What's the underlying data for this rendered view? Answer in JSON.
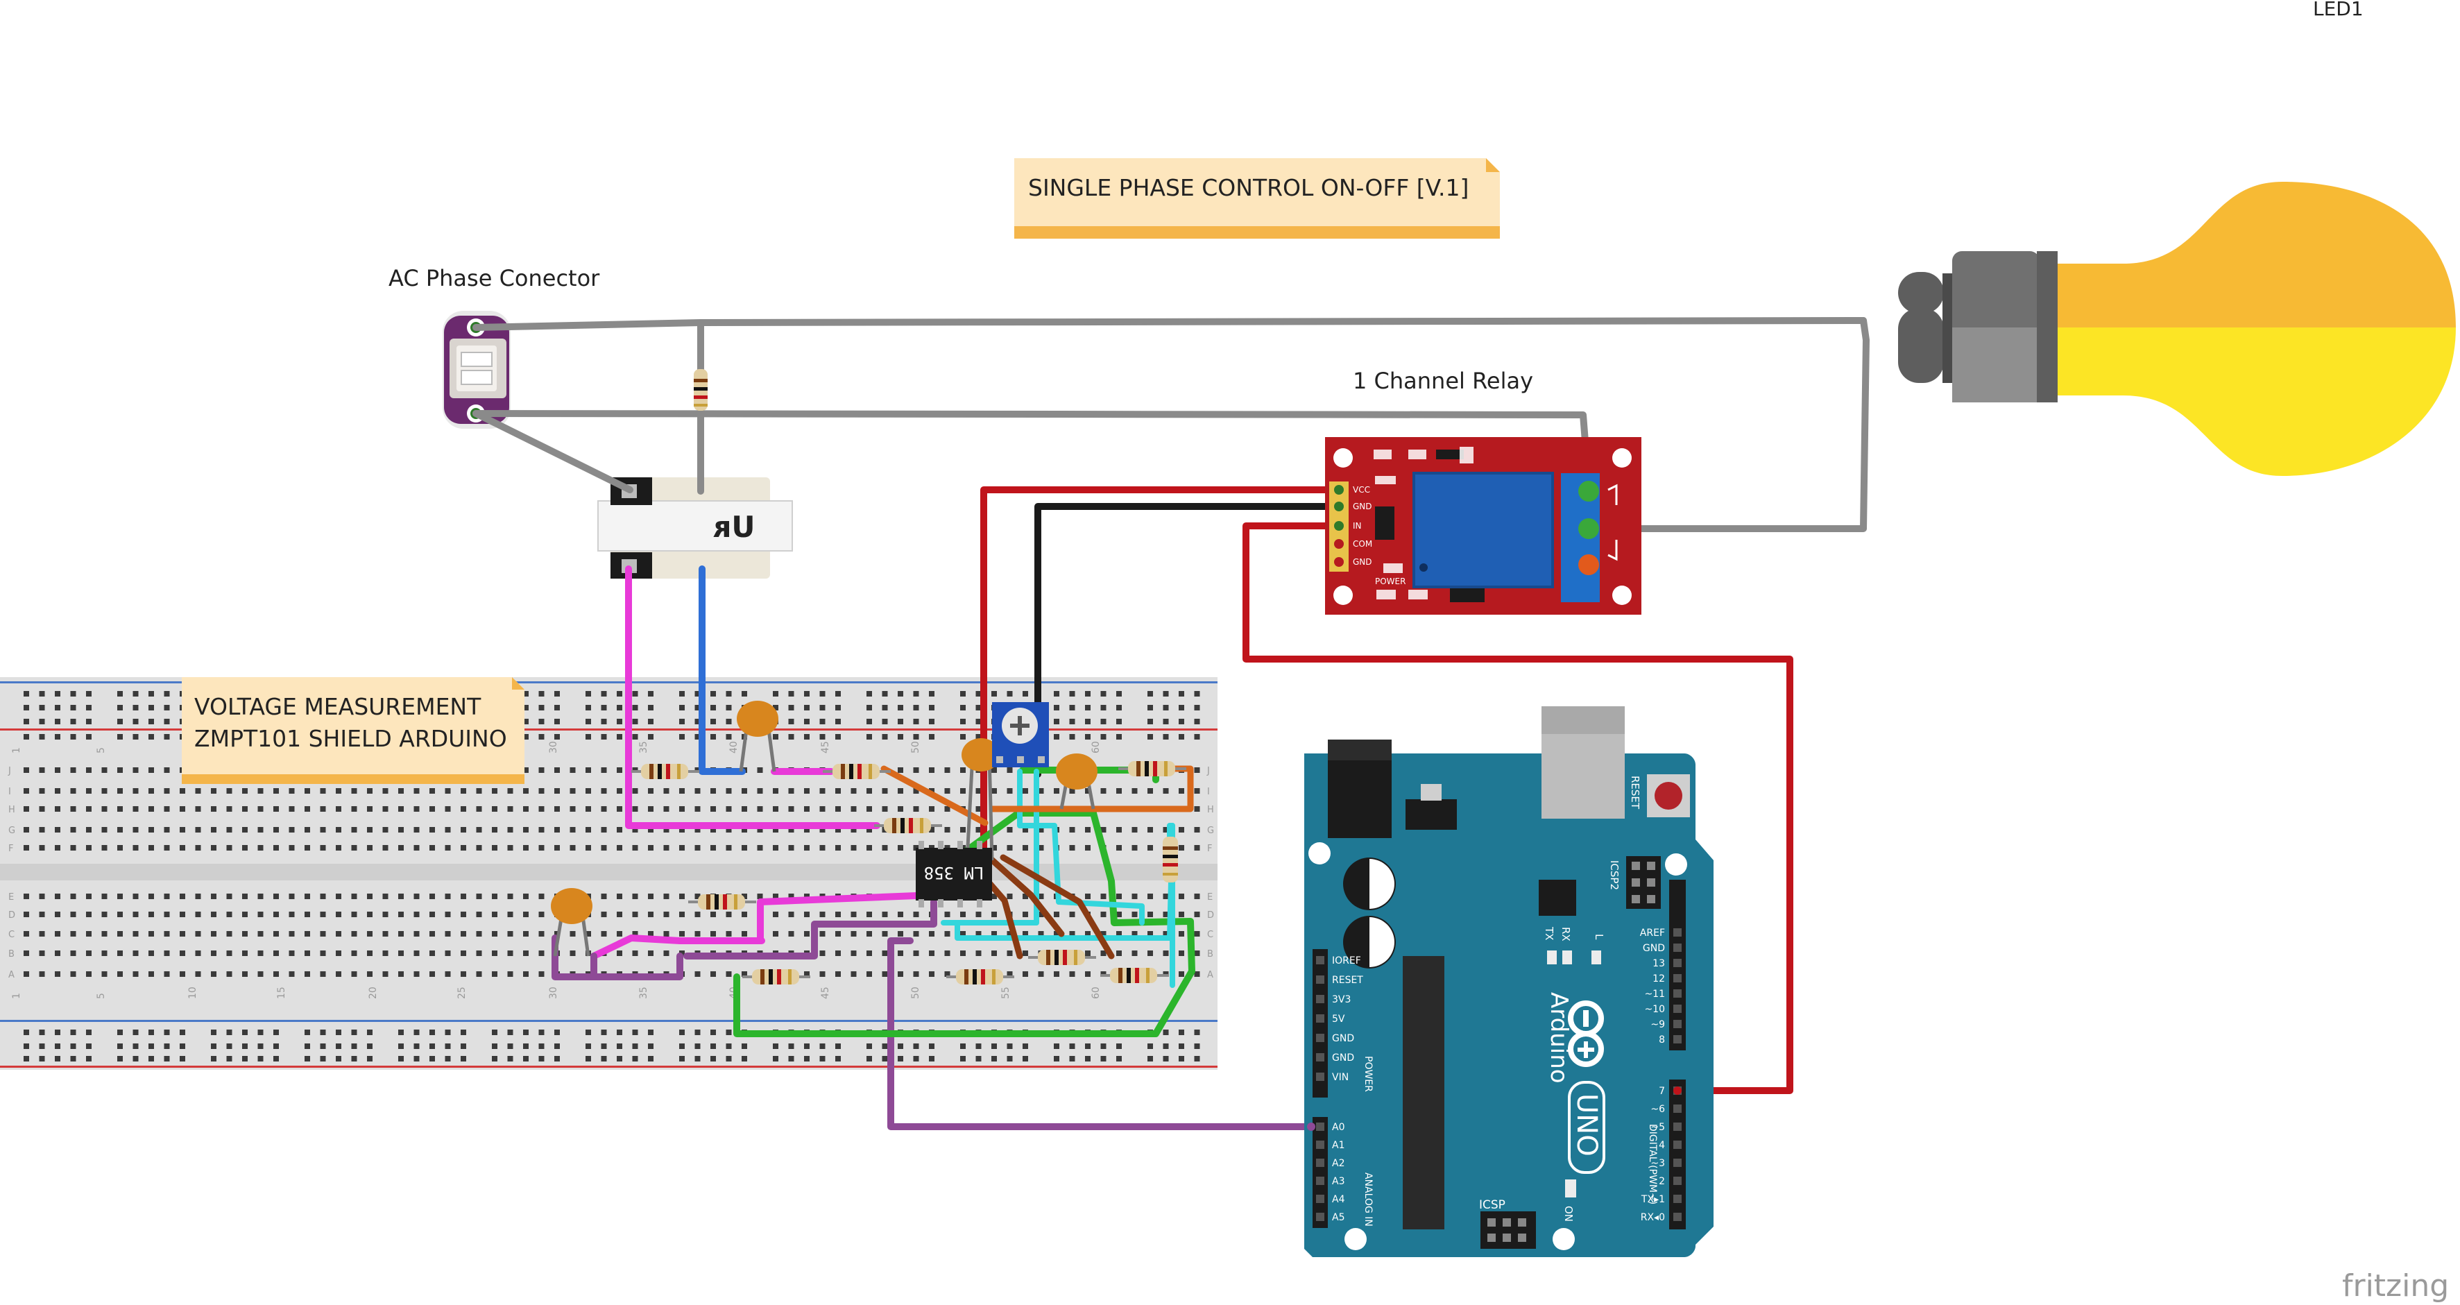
{
  "labels": {
    "led": "LED1",
    "title_note": "SINGLE PHASE CONTROL ON-OFF     [V.1]",
    "ac_connector": "AC Phase Conector",
    "relay": "1 Channel Relay",
    "measure_note_line1": "VOLTAGE MEASUREMENT",
    "measure_note_line2": "ZMPT101 SHIELD ARDUINO",
    "watermark": "fritzing"
  },
  "transformer": {
    "mark": "ᴙU"
  },
  "opamp": {
    "mark": "LM 358"
  },
  "relay_board": {
    "pins": [
      "VCC",
      "GND",
      "IN",
      "COM",
      "GND"
    ],
    "power": "POWER"
  },
  "arduino": {
    "brand": "Arduino",
    "model": "UNO",
    "reset": "RESET",
    "icsp": "ICSP",
    "icsp2": "ICSP2",
    "on": "ON",
    "tx": "TX",
    "rx": "RX",
    "l": "L",
    "power_pins": [
      "IOREF",
      "RESET",
      "3V3",
      "5V",
      "GND",
      "GND",
      "VIN"
    ],
    "power_group": "POWER",
    "analog_pins": [
      "A0",
      "A1",
      "A2",
      "A3",
      "A4",
      "A5"
    ],
    "analog_group": "ANALOG IN",
    "digital_top": [
      "AREF",
      "GND",
      "13",
      "12",
      "~11",
      "~10",
      "~9",
      "8"
    ],
    "digital_bottom": [
      "7",
      "~6",
      "~5",
      "4",
      "~3",
      "2",
      "TX▸1",
      "RX◂0"
    ],
    "digital_group": "DIGITAL (PWM~)"
  },
  "breadboard": {
    "col_numbers": [
      "1",
      "5",
      "10",
      "15",
      "20",
      "25",
      "30",
      "35",
      "40",
      "45",
      "50",
      "55",
      "60"
    ],
    "row_letters_top": [
      "J",
      "I",
      "H",
      "G",
      "F"
    ],
    "row_letters_bottom": [
      "E",
      "D",
      "C",
      "B",
      "A"
    ]
  },
  "colors": {
    "wire_gray": "#8a8a8a",
    "wire_red": "#c0141b",
    "wire_black": "#1a1a1a",
    "wire_magenta": "#e83ad8",
    "wire_blue": "#2f6fd6",
    "wire_green": "#2cb52c",
    "wire_cyan": "#33d6dc",
    "wire_brown": "#8a3b13",
    "wire_orange": "#d9691c",
    "wire_purple": "#8e4a96",
    "relay_board": "#b61a1f",
    "relay_block": "#1f5fb4",
    "arduino_board": "#1f7894",
    "note_bg": "#fde6bd",
    "note_bar": "#f4b54a",
    "bulb_top": "#f7ba34",
    "bulb_bottom": "#fce525",
    "socket": "#5e5e5e"
  }
}
